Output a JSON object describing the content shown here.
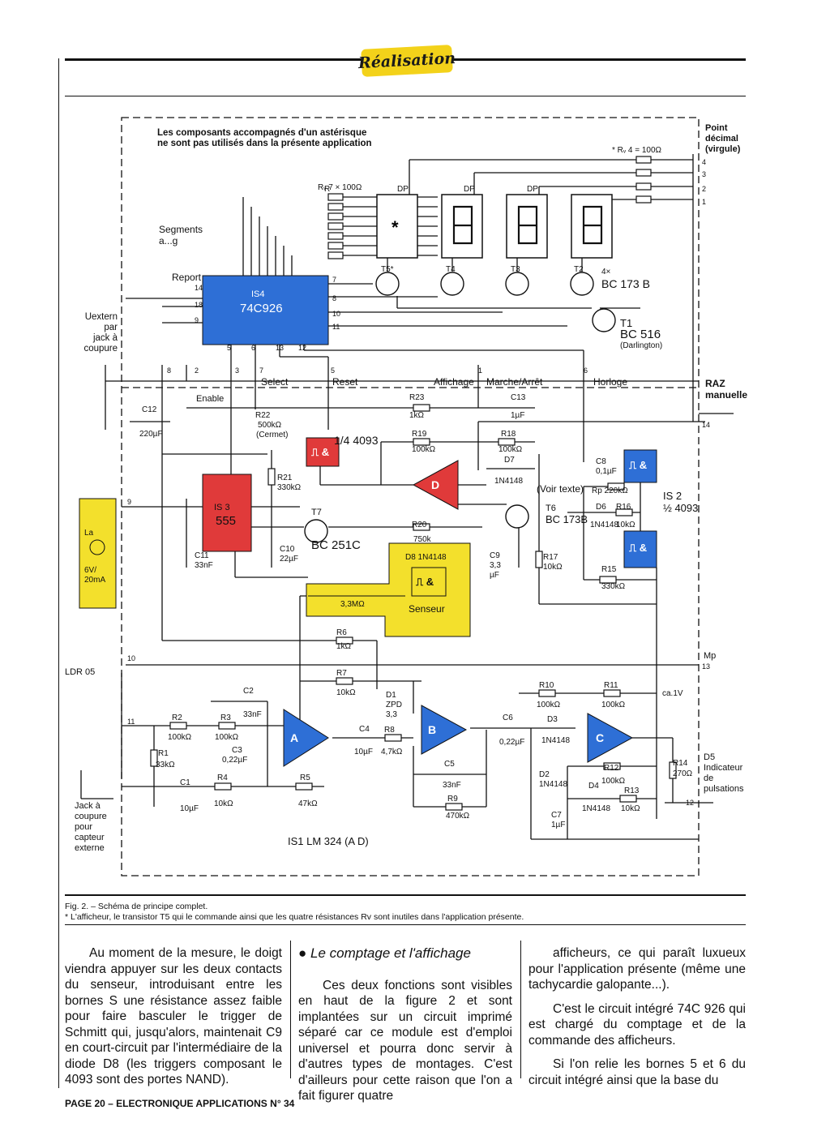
{
  "header": {
    "section": "Réalisation"
  },
  "schematic": {
    "note_line1": "Les composants accompagnés d'un astérisque",
    "note_line2": "ne sont pas utilisés dans la présente application",
    "point_decimal": [
      "Point",
      "décimal",
      "(virgule)"
    ],
    "rv4": "* Rᵥ 4 = 100Ω",
    "rv7": "Rᵥ 7 × 100Ω",
    "segments": [
      "Segments",
      "a...g"
    ],
    "report": "Report",
    "uextern": [
      "Uextern",
      "par",
      "jack à",
      "coupure"
    ],
    "ic4_name": "IS4",
    "ic4_type": "74C926",
    "ic3_name": "IS 3",
    "ic3_type": "555",
    "ic_4093": "1/4 4093",
    "is2": [
      "IS 2",
      "½ 4093"
    ],
    "t1": [
      "T1",
      "BC 516",
      "(Darlington)"
    ],
    "t2": [
      "4×",
      "BC 173 B"
    ],
    "t6": [
      "T6",
      "BC 173B"
    ],
    "t7": [
      "T7",
      "BC 251C"
    ],
    "bus_labels": [
      "Select",
      "Reset",
      "Affichage",
      "Marche/Arrêt",
      "Horloge"
    ],
    "enable": "Enable",
    "raz": [
      "RAZ",
      "manuelle"
    ],
    "voir_texte": "(Voir texte)",
    "senseur": "Senseur",
    "lamp": [
      "La",
      "6V/",
      "20mA"
    ],
    "ldr": "LDR 05",
    "jack": [
      "Jack à",
      "coupure",
      "pour",
      "capteur",
      "externe"
    ],
    "ic1": "IS1 LM 324 (A  D)",
    "mp": "Mp",
    "ca1v": "ca.1V",
    "d5": [
      "D5",
      "Indicateur",
      "de",
      "pulsations"
    ]
  },
  "caption": {
    "line1": "Fig. 2. – Schéma de principe complet.",
    "line2": "* L'afficheur, le transistor T5 qui le commande ainsi que les quatre résistances Rv sont inutiles dans l'application présente."
  },
  "columns": {
    "col1": "Au moment de la mesure, le doigt viendra appuyer sur les deux contacts du senseur, introduisant entre les bornes S une résistance assez faible pour faire basculer le trigger de Schmitt qui, jusqu'alors, maintenait C9 en court-circuit par l'intermédiaire de la diode D8 (les triggers composant le 4093 sont des portes NAND).",
    "col2_title": "Le comptage et l'affichage",
    "col2_p1": "Ces deux fonctions sont visibles en haut de la figure 2 et sont implantées sur un circuit imprimé séparé car ce module est d'emploi universel et pourra donc servir à d'autres types de montages. C'est d'ailleurs pour cette raison que l'on a fait figurer quatre",
    "col3_p1": "afficheurs, ce qui paraît luxueux pour l'application présente (même une tachycardie galopante...).",
    "col3_p2": "C'est le circuit intégré 74C 926 qui est chargé du comptage et de la commande des afficheurs.",
    "col3_p3": "Si l'on relie les bornes 5 et 6 du circuit intégré ainsi que la base du"
  },
  "footer": {
    "text": "PAGE 20 – ELECTRONIQUE APPLICATIONS N° 34"
  }
}
